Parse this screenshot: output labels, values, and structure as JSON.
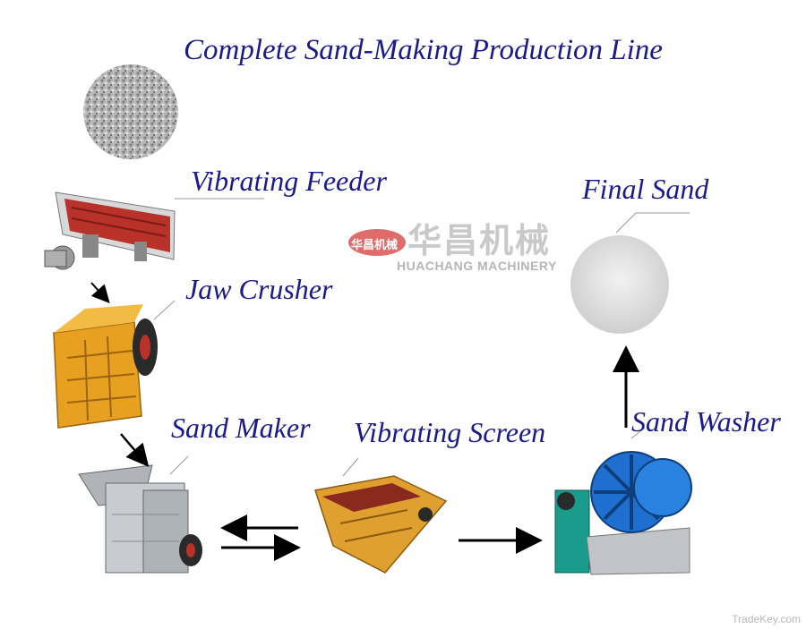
{
  "title": "Complete Sand-Making Production Line",
  "labels": {
    "vibrating_feeder": "Vibrating Feeder",
    "jaw_crusher": "Jaw Crusher",
    "sand_maker": "Sand Maker",
    "vibrating_screen": "Vibrating Screen",
    "sand_washer": "Sand Washer",
    "final_sand": "Final Sand"
  },
  "watermark": {
    "chinese": "华昌机械",
    "english": "HUACHANG MACHINERY",
    "badge": "华昌机械"
  },
  "credit": "TradeKey.com",
  "colors": {
    "label_text": "#1a1a8c",
    "jaw_crusher_body": "#e8a020",
    "feeder_trough": "#b8322a",
    "screen_body": "#e0a030",
    "washer_wheel": "#1f6fd0",
    "washer_frame": "#1a9c8c",
    "sand_maker_body": "#c8ccd0"
  }
}
